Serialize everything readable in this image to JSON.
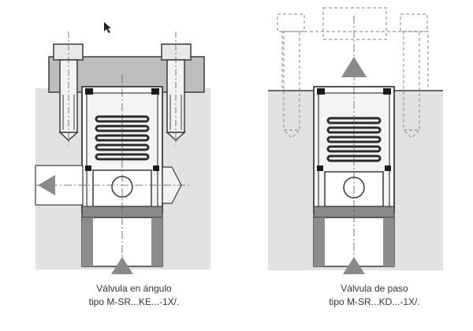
{
  "figures": [
    {
      "caption_line1": "Válvula en ángulo",
      "caption_line2": "tipo M-SR...KE...-1X/.",
      "flow_direction": "inlet bottom, outlet left"
    },
    {
      "caption_line1": "Válvula de paso",
      "caption_line2": "tipo M-SR...KD...-1X/.",
      "flow_direction": "inlet bottom, outlet top"
    }
  ],
  "colors": {
    "housing": "#d9d9d9",
    "housing_dark": "#8c8c8c",
    "outline": "#3a3a3a",
    "arrow": "#8a8a8a",
    "phantom": "#9a9a9a",
    "seal": "#1a1a1a"
  },
  "icons": [
    "mouse-cursor-icon",
    "flow-arrow-up-icon",
    "flow-arrow-left-icon"
  ]
}
